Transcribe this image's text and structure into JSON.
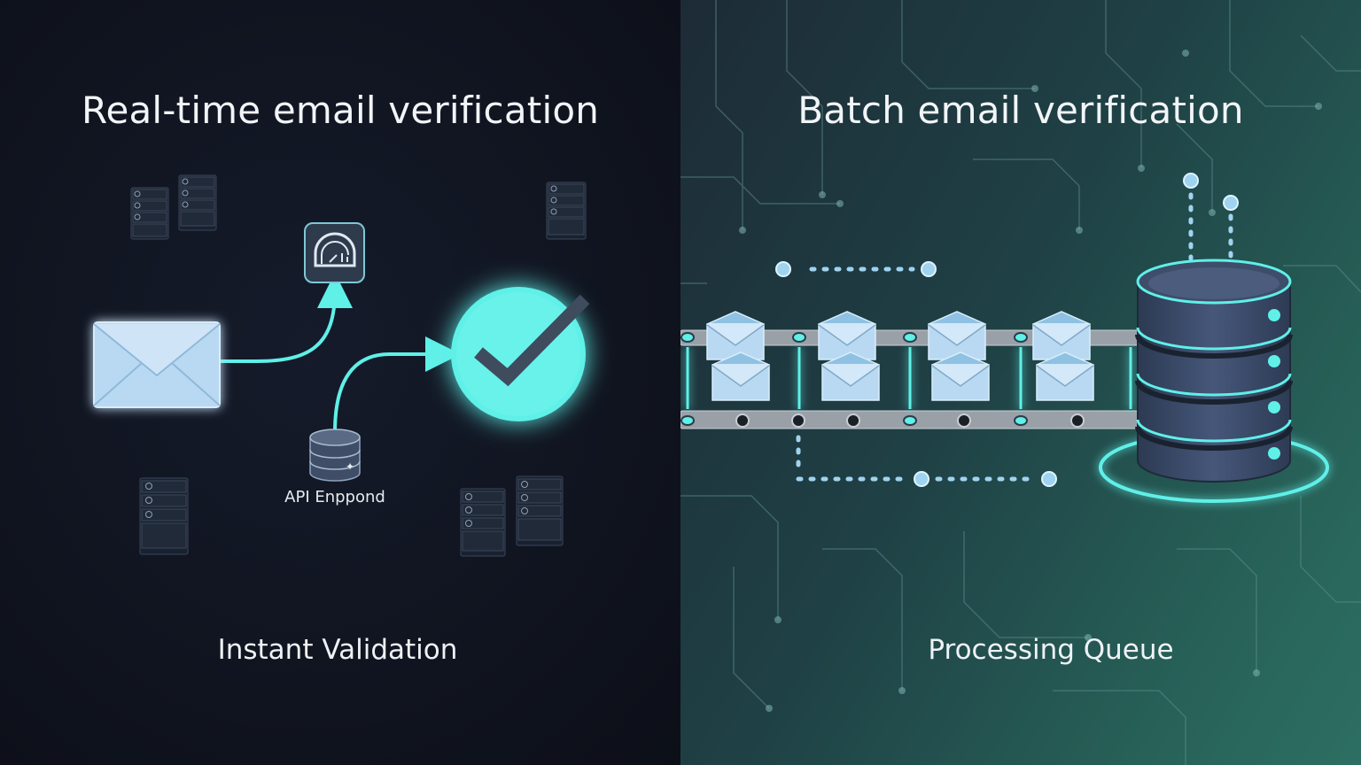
{
  "left": {
    "title": "Real-time email verification",
    "caption": "Instant Validation",
    "api_label": "API Enppond"
  },
  "right": {
    "title": "Batch email verification",
    "caption": "Processing Queue"
  },
  "colors": {
    "accent_cyan": "#5ff0e8",
    "left_background": "#10141f",
    "right_background": "#276158",
    "envelope": "#b9d9f2",
    "database": "#3f4d66"
  }
}
